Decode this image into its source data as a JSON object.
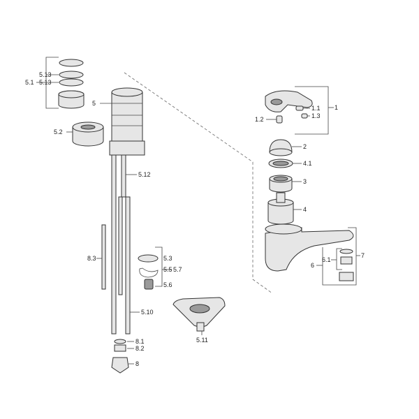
{
  "labels": {
    "l_5_13_top": "5.13",
    "l_5_1": "5.1",
    "l_5_13_bot": "5.13",
    "l_5": "5",
    "l_5_2": "5.2",
    "l_5_12": "5.12",
    "l_8_3": "8.3",
    "l_5_3": "5.3",
    "l_5_5": "5.5",
    "l_5_7": "5.7",
    "l_5_6": "5.6",
    "l_5_10": "5.10",
    "l_8_1": "8.1",
    "l_8_2": "8.2",
    "l_8": "8",
    "l_5_11": "5.11",
    "l_1": "1",
    "l_1_1": "1.1",
    "l_1_2": "1.2",
    "l_1_3": "1.3",
    "l_2": "2",
    "l_4_1": "4.1",
    "l_3": "3",
    "l_4": "4",
    "l_7": "7",
    "l_6_1": "6.1",
    "l_6": "6"
  }
}
